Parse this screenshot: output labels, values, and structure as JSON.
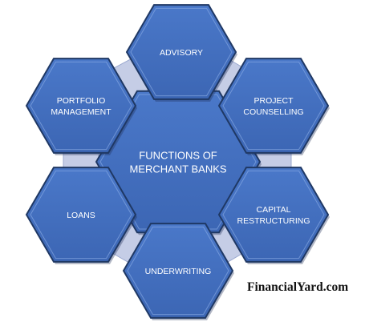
{
  "diagram": {
    "center": {
      "lines": [
        "FUNCTIONS OF",
        "MERCHANT BANKS"
      ]
    },
    "nodes": [
      {
        "id": "advisory",
        "lines": [
          "ADVISORY"
        ]
      },
      {
        "id": "project-counselling",
        "lines": [
          "PROJECT",
          "COUNSELLING"
        ]
      },
      {
        "id": "capital-restructuring",
        "lines": [
          "CAPITAL",
          "RESTRUCTURING"
        ]
      },
      {
        "id": "underwriting",
        "lines": [
          "UNDERWRITING"
        ]
      },
      {
        "id": "loans",
        "lines": [
          "LOANS"
        ]
      },
      {
        "id": "portfolio-management",
        "lines": [
          "PORTFOLIO",
          "MANAGEMENT"
        ]
      }
    ]
  },
  "colors": {
    "hex_fill": "#4472C4",
    "hex_stroke": "#1F3864",
    "connector_fill": "#C5CDE6"
  },
  "watermark": "FinancialYard.com"
}
